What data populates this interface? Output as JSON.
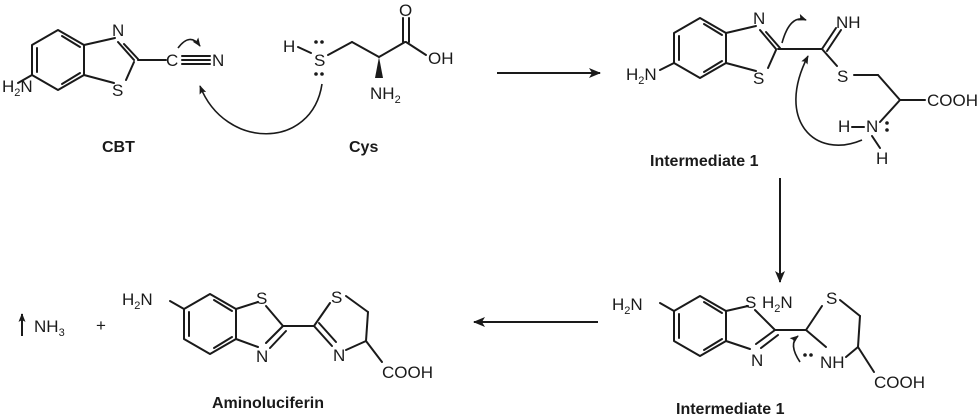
{
  "labels": {
    "cbt": "CBT",
    "cys": "Cys",
    "intermediate_a": "Intermediate 1",
    "intermediate_b": "Intermediate 1",
    "aminoluciferin": "Aminoluciferin"
  },
  "atoms": {
    "n": "N",
    "s": "S",
    "o": "O",
    "oh": "OH",
    "h": "H",
    "c": "C",
    "h2n_h": "H",
    "h2n_2": "2",
    "h2n_n": "N",
    "nh2_nh": "NH",
    "nh2_2": "2",
    "nh": "NH",
    "nh3_nh": "NH",
    "nh3_3": "3",
    "cooh": "COOH",
    "plus": "+"
  }
}
